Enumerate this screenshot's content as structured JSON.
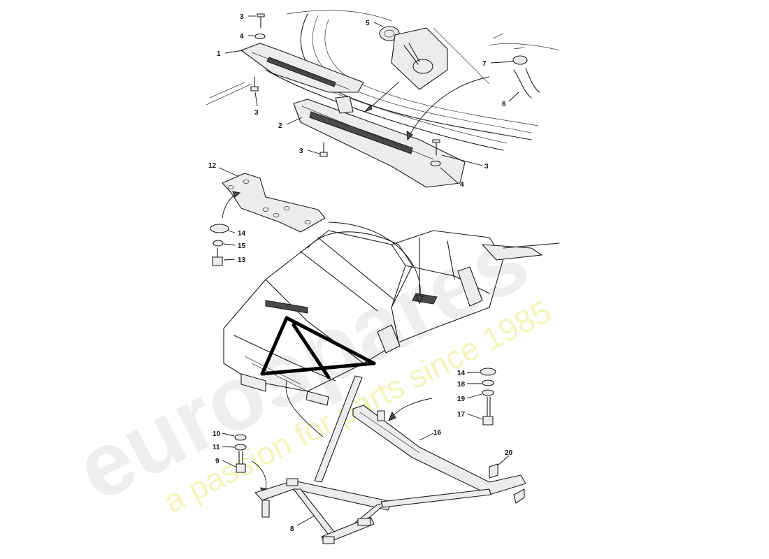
{
  "watermark": {
    "brand": "eurospares",
    "tagline": "a passion for parts since 1985"
  },
  "callouts": [
    {
      "id": "c3a",
      "label": "3"
    },
    {
      "id": "c4a",
      "label": "4"
    },
    {
      "id": "c1",
      "label": "1"
    },
    {
      "id": "c5",
      "label": "5"
    },
    {
      "id": "c7",
      "label": "7"
    },
    {
      "id": "c6",
      "label": "6"
    },
    {
      "id": "c3b",
      "label": "3"
    },
    {
      "id": "c2",
      "label": "2"
    },
    {
      "id": "c3c",
      "label": "3"
    },
    {
      "id": "c3d",
      "label": "3"
    },
    {
      "id": "c4b",
      "label": "4"
    },
    {
      "id": "c12",
      "label": "12"
    },
    {
      "id": "c14a",
      "label": "14"
    },
    {
      "id": "c15",
      "label": "15"
    },
    {
      "id": "c13",
      "label": "13"
    },
    {
      "id": "c14b",
      "label": "14"
    },
    {
      "id": "c18",
      "label": "18"
    },
    {
      "id": "c19",
      "label": "19"
    },
    {
      "id": "c17",
      "label": "17"
    },
    {
      "id": "c16",
      "label": "16"
    },
    {
      "id": "c10",
      "label": "10"
    },
    {
      "id": "c11",
      "label": "11"
    },
    {
      "id": "c9",
      "label": "9"
    },
    {
      "id": "c20",
      "label": "20"
    },
    {
      "id": "c8",
      "label": "8"
    }
  ]
}
